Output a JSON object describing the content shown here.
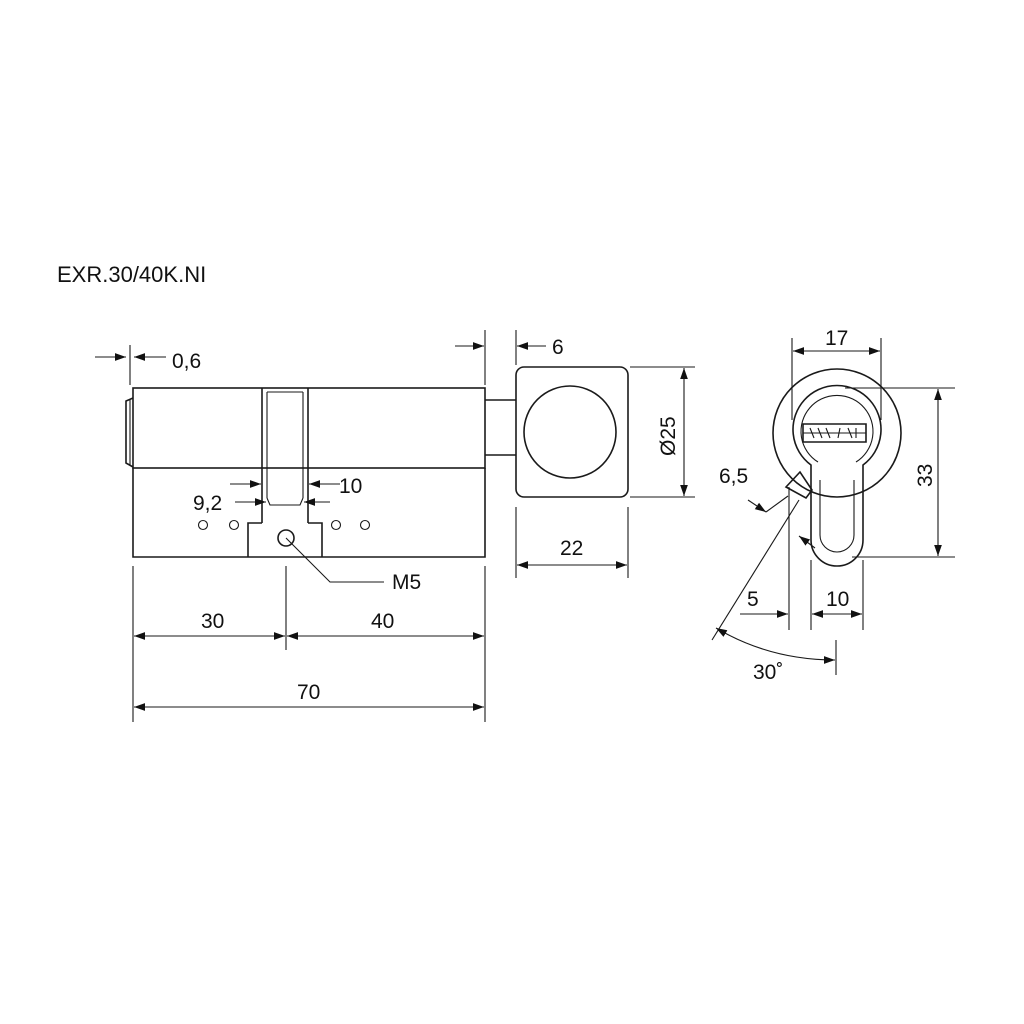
{
  "title": "EXR.30/40K.NI",
  "dimensions": {
    "cam_offset": "0,6",
    "knob_gap": "6",
    "knob_diameter": "Ø25",
    "cam_width": "10",
    "cam_inner": "9,2",
    "screw": "M5",
    "left_length": "30",
    "right_length": "40",
    "total_length": "70",
    "knob_length": "22",
    "profile_width": "17",
    "profile_height": "33",
    "cam_slot": "6,5",
    "cam_side": "5",
    "bottom_width": "10",
    "cam_angle": "30˚"
  },
  "colors": {
    "line": "#111111",
    "background": "#ffffff"
  }
}
